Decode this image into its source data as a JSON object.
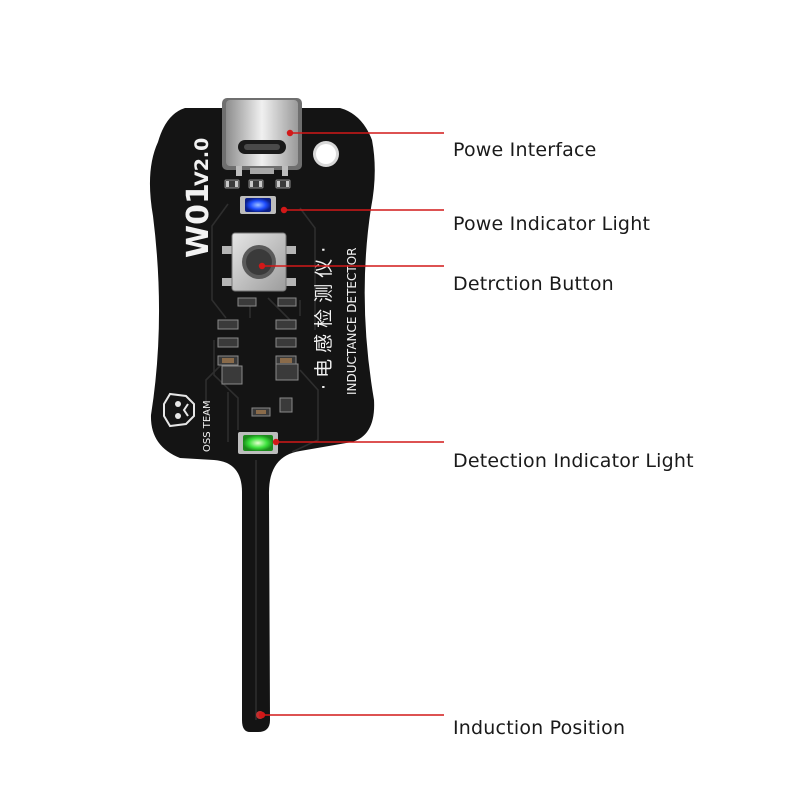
{
  "board": {
    "model": "W01",
    "version": "V2.0",
    "title_cn": "· 电 感 检 测 仪 ·",
    "title_en": "INDUCTANCE DETECTOR",
    "brand": "OSS TEAM"
  },
  "callouts": [
    {
      "id": "power-interface",
      "label": "Powe Interface"
    },
    {
      "id": "power-indicator",
      "label": "Powe Indicator Light"
    },
    {
      "id": "detection-button",
      "label": "Detrction Button"
    },
    {
      "id": "detection-indicator",
      "label": "Detection Indicator Light"
    },
    {
      "id": "induction-position",
      "label": "Induction Position"
    }
  ],
  "colors": {
    "board": "#141414",
    "trace": "#2b2b2b",
    "callout_line": "#d21818",
    "power_led": "#1e4dff",
    "detect_led": "#3ce23c",
    "silkscreen": "#f2f2f2"
  }
}
